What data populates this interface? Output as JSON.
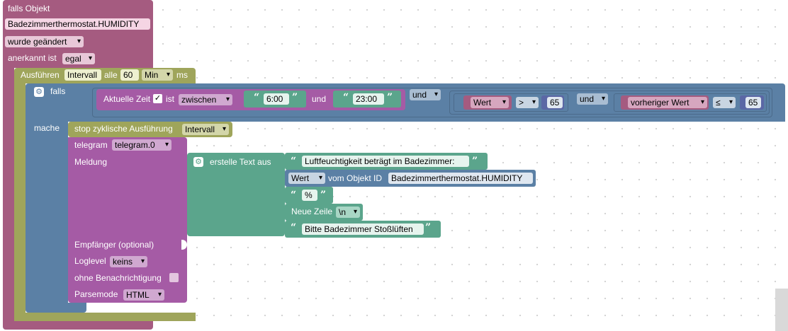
{
  "trigger": {
    "label_falls_objekt": "falls Objekt",
    "object_id": "Badezimmerthermostat.HUMIDITY",
    "change_option": "wurde geändert",
    "ack_label": "anerkannt ist",
    "ack_option": "egal"
  },
  "interval": {
    "label": "Ausführen",
    "name": "Intervall",
    "every_label": "alle",
    "amount": "60",
    "unit": "Min",
    "suffix": "ms"
  },
  "if_block": {
    "label": "falls",
    "do_label": "mache",
    "time_label": "Aktuelle Zeit",
    "ist_label": "ist",
    "compare_option": "zwischen",
    "time_start": "6:00",
    "and_label": "und",
    "time_end": "23:00",
    "and_op": "und",
    "cond1": {
      "left": "Wert",
      "op": ">",
      "right": "65"
    },
    "and_op2": "und",
    "cond2": {
      "left": "vorheriger Wert",
      "op": "≤",
      "right": "65"
    }
  },
  "stop": {
    "label": "stop zyklische Ausführung",
    "name": "Intervall"
  },
  "telegram": {
    "label": "telegram",
    "instance": "telegram.0",
    "message_label": "Meldung",
    "recipient_label": "Empfänger (optional)",
    "loglevel_label": "Loglevel",
    "loglevel_value": "keins",
    "silent_label": "ohne Benachrichtigung",
    "parsemode_label": "Parsemode",
    "parsemode_value": "HTML"
  },
  "text_join": {
    "label": "erstelle Text aus",
    "item1": "Luftfeuchtigkeit beträgt im Badezimmer: ",
    "item2_option": "Wert",
    "item2_mid": "vom Objekt ID",
    "item2_id": "Badezimmerthermostat.HUMIDITY",
    "item3": "%",
    "item4_label": "Neue Zeile",
    "item4_value": "\\n",
    "item5": "Bitte Badezimmer Stoßlüften"
  },
  "icons": {
    "gear": "gear-icon",
    "checkbox": "checkbox-icon",
    "dropdown": "chevron-down-icon"
  }
}
